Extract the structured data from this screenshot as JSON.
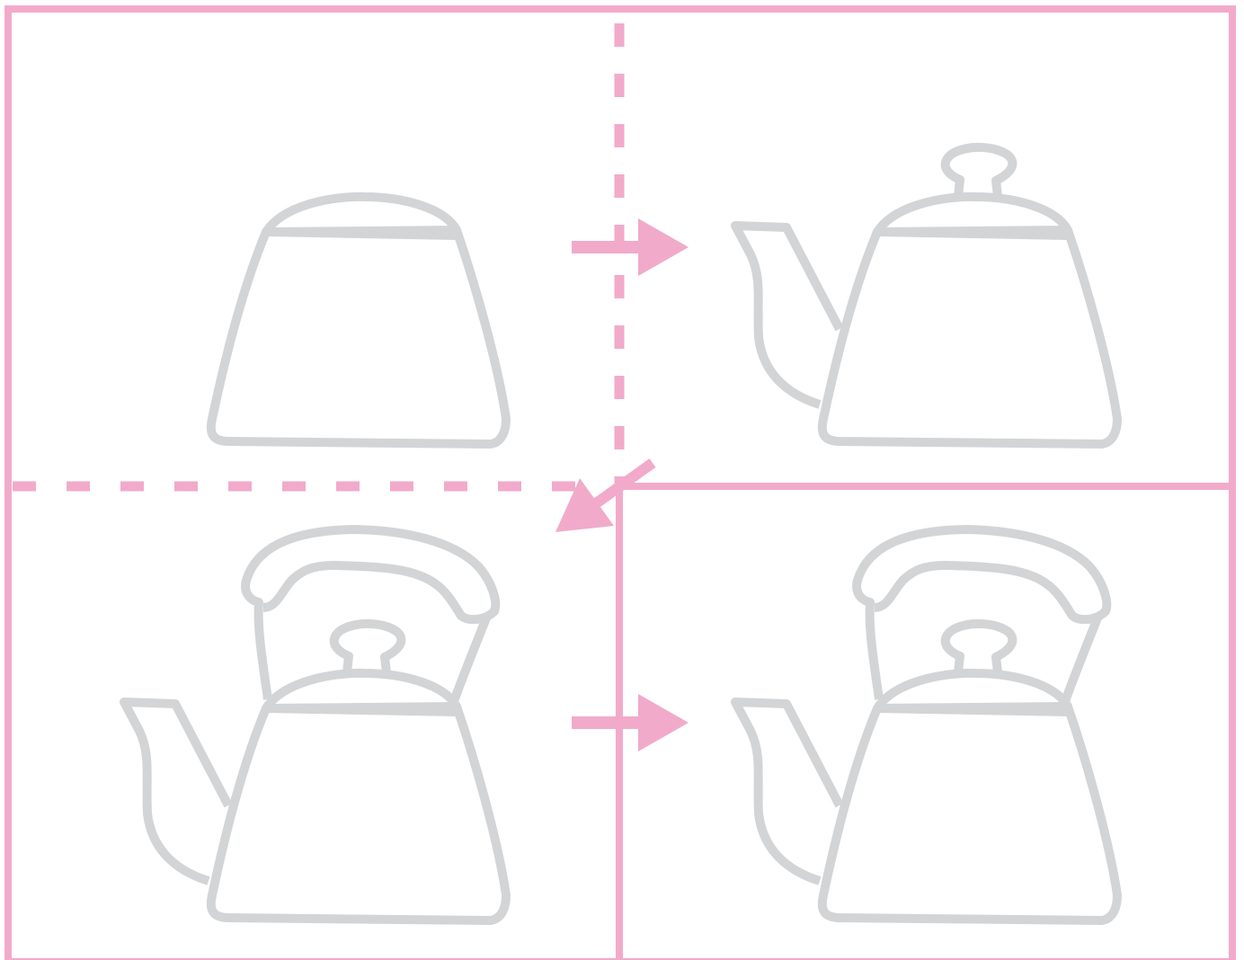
{
  "diagram": {
    "colors": {
      "frame": "#F2AACB",
      "arrow": "#F2AACB",
      "outline": "#D3D4D6",
      "background": "#FFFFFF"
    },
    "panels": [
      {
        "step": 1,
        "parts": [
          "body",
          "lid-rim"
        ]
      },
      {
        "step": 2,
        "parts": [
          "body",
          "lid-rim",
          "lid-knob",
          "spout"
        ]
      },
      {
        "step": 3,
        "parts": [
          "body",
          "lid-rim",
          "lid-knob",
          "spout",
          "handle"
        ]
      },
      {
        "step": 4,
        "parts": [
          "body",
          "lid-rim",
          "lid-knob",
          "spout",
          "handle"
        ]
      }
    ],
    "arrows": [
      {
        "from": 1,
        "to": 2,
        "direction": "right"
      },
      {
        "from": 2,
        "to": 3,
        "direction": "down-left"
      },
      {
        "from": 3,
        "to": 4,
        "direction": "right"
      }
    ]
  }
}
